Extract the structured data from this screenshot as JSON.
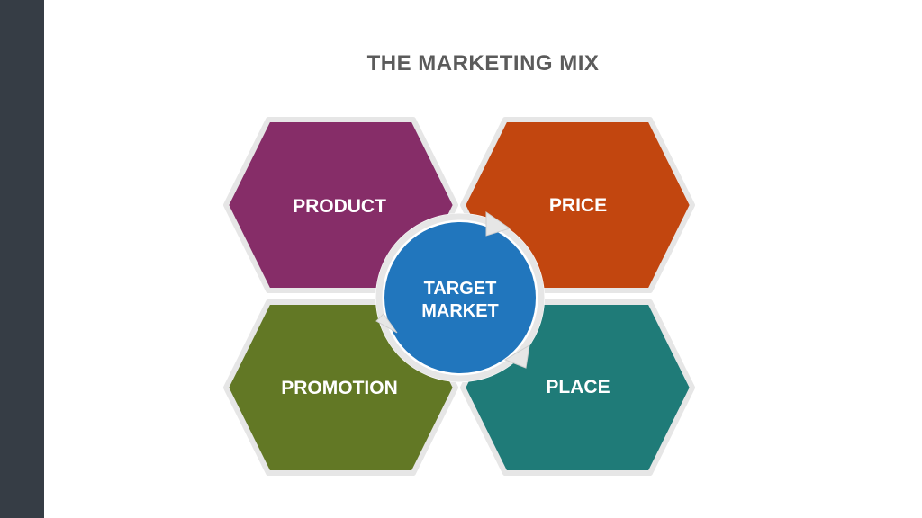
{
  "title": "THE MARKETING MIX",
  "center": {
    "line1": "TARGET",
    "line2": "MARKET",
    "color": "#2176bd"
  },
  "segments": [
    {
      "label": "PRODUCT",
      "color": "#862d68"
    },
    {
      "label": "PRICE",
      "color": "#c2460f"
    },
    {
      "label": "PROMOTION",
      "color": "#627825"
    },
    {
      "label": "PLACE",
      "color": "#1f7b78"
    }
  ],
  "colors": {
    "sidebar": "#363d45",
    "title_text": "#5b5b5b",
    "hex_border": "#e6e6e6",
    "ring": "#e6e6e6"
  }
}
